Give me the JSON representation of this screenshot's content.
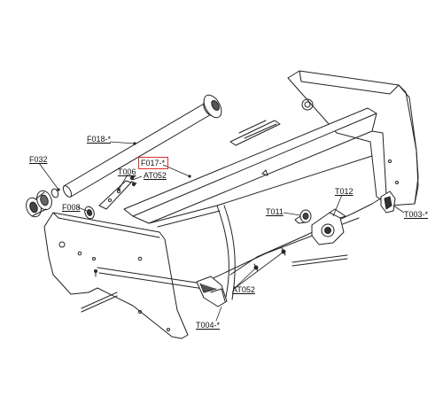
{
  "labels": {
    "f018": "F018-*",
    "f032": "F032",
    "f017": "F017-*",
    "t006": "T006",
    "at052_top": "AT052",
    "f008": "F008",
    "t011": "T011",
    "t012": "T012",
    "t003": "T003-*",
    "at052_bottom": "AT052",
    "t004": "T004-*"
  },
  "highlight": {
    "label": "F017-*",
    "color": "#d9302c"
  }
}
